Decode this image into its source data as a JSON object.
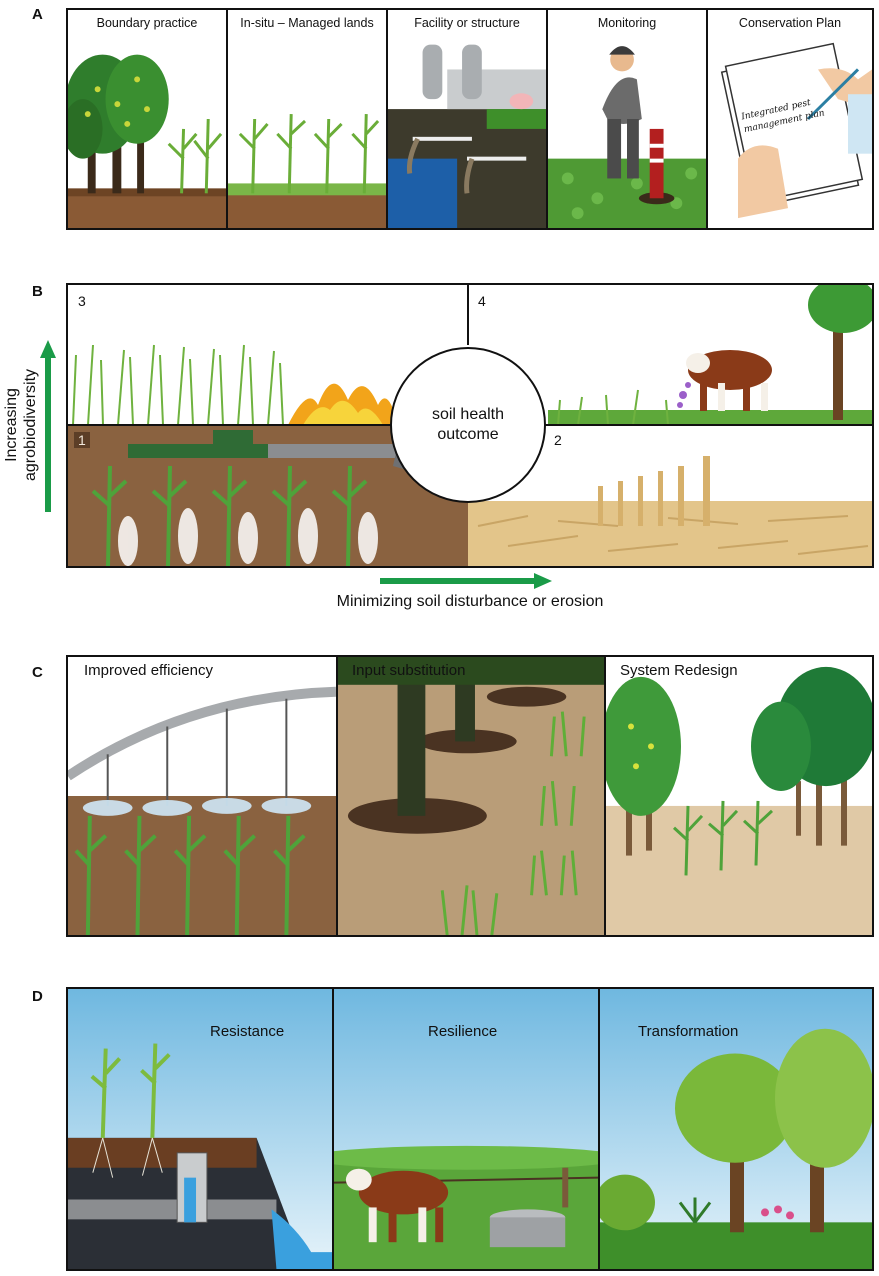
{
  "panelA": {
    "letter": "A",
    "cells": [
      {
        "label": "Boundary practice"
      },
      {
        "label": "In-situ – Managed lands"
      },
      {
        "label": "Facility or structure"
      },
      {
        "label": "Monitoring"
      },
      {
        "label": "Conservation Plan"
      }
    ],
    "plan_note": "Integrated pest management plan"
  },
  "panelB": {
    "letter": "B",
    "quadrants": [
      "1",
      "2",
      "3",
      "4"
    ],
    "center_label_line1": "soil health",
    "center_label_line2": "outcome",
    "y_axis_line1": "Increasing",
    "y_axis_line2": "agrobiodiversity",
    "x_axis": "Minimizing soil disturbance or erosion"
  },
  "panelC": {
    "letter": "C",
    "cells": [
      {
        "label": "Improved efficiency"
      },
      {
        "label": "Input substitution"
      },
      {
        "label": "System Redesign"
      }
    ]
  },
  "panelD": {
    "letter": "D",
    "cells": [
      {
        "label": "Resistance"
      },
      {
        "label": "Resilience"
      },
      {
        "label": "Transformation"
      }
    ]
  },
  "colors": {
    "soil": "#8a5a35",
    "grass": "#4ea32a",
    "sky": "#7fc3e6",
    "arrow": "#1a9b48",
    "hay": "#e3c58a"
  }
}
